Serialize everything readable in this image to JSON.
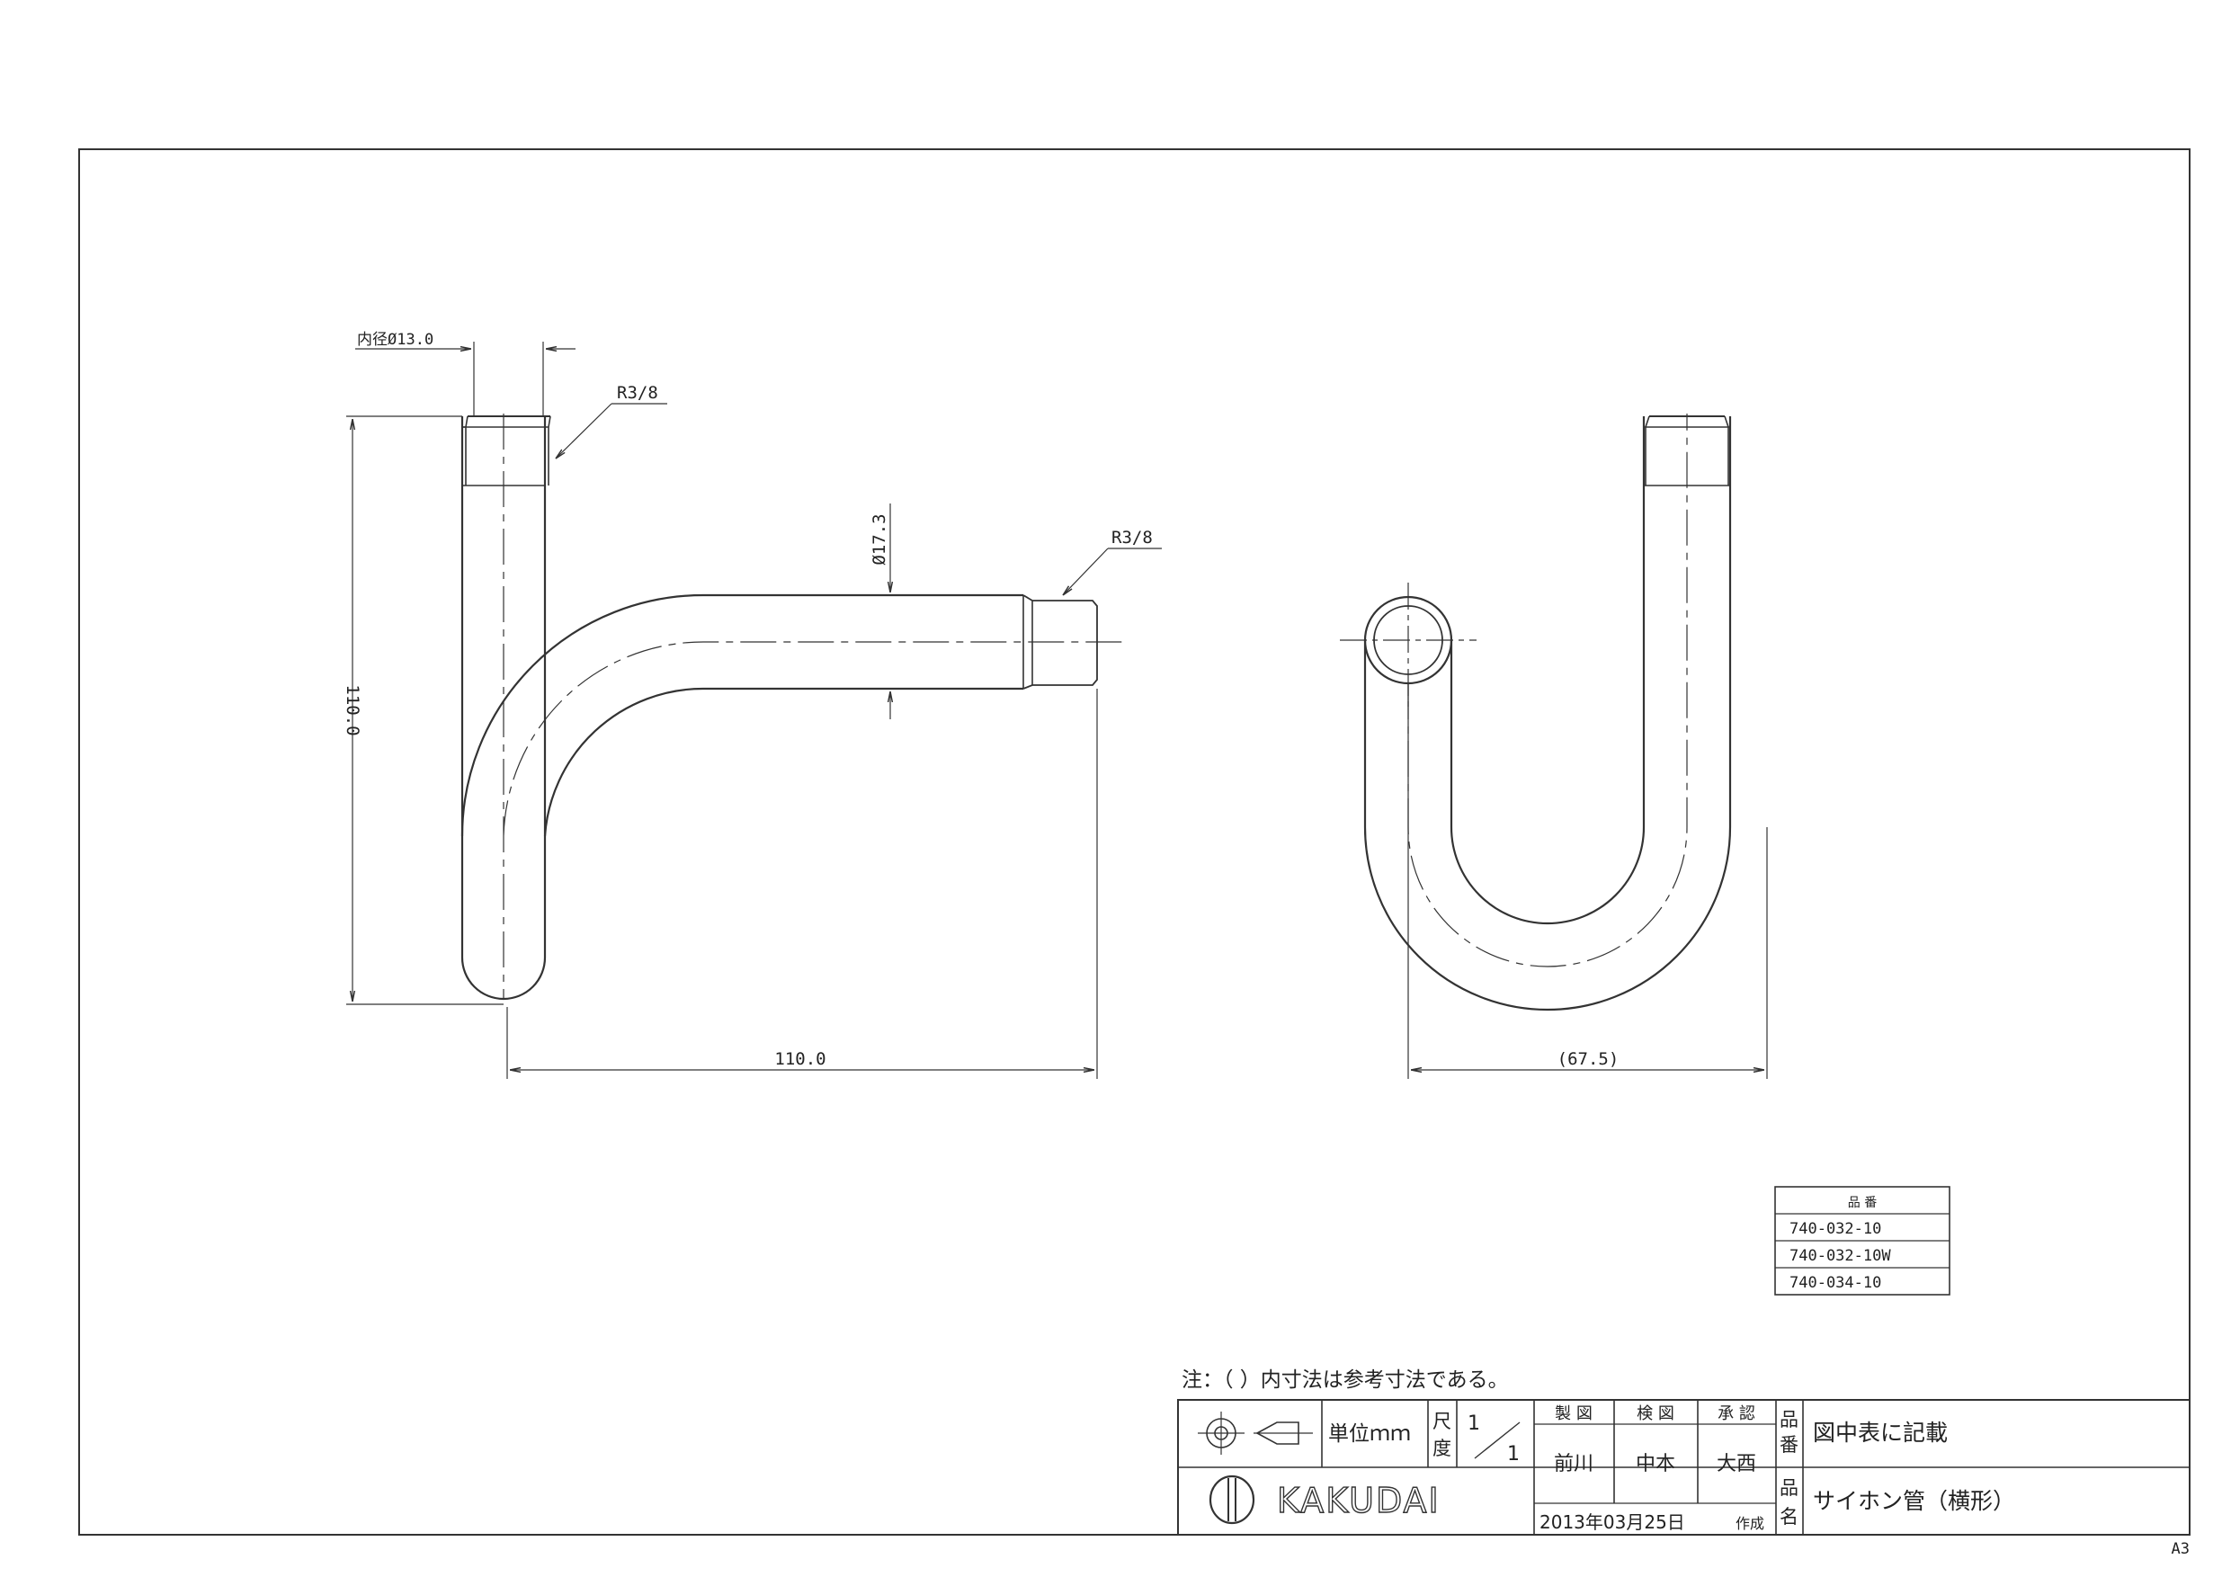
{
  "drawing": {
    "side_view": {
      "inner_diameter_label": "内径Ø13.0",
      "thread_top_label": "R3/8",
      "thread_side_label": "R3/8",
      "outer_diameter_label": "Ø17.3",
      "height_label": "110.0",
      "width_label": "110.0"
    },
    "front_view": {
      "width_label": "(67.5)"
    }
  },
  "parts_table": {
    "header": "品 番",
    "rows": [
      "740-032-10",
      "740-032-10W",
      "740-034-10"
    ]
  },
  "note": "注：（ ）内寸法は参考寸法である。",
  "title_block": {
    "unit_label": "単位ｍｍ",
    "scale_label_1": "尺",
    "scale_label_2": "度",
    "scale_num": "1",
    "scale_den": "1",
    "col_made": "製 図",
    "col_checked": "検 図",
    "col_approved": "承 認",
    "name_made": "前川",
    "name_checked": "中本",
    "name_approved": "大西",
    "part_no_label_1": "品",
    "part_no_label_2": "番",
    "part_no_value": "図中表に記載",
    "part_name_label_1": "品",
    "part_name_label_2": "名",
    "part_name_value": "サイホン管（横形）",
    "company": "KAKUDAI",
    "date": "2013年03月25日",
    "created_label": "作成"
  },
  "sheet_size": "A3"
}
